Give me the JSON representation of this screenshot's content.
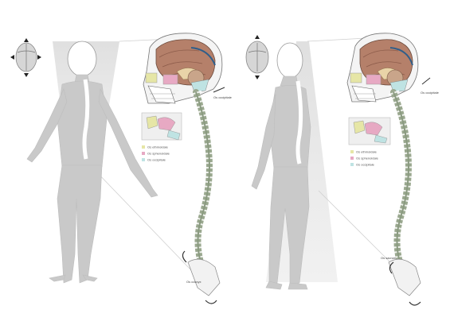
{
  "panels": [
    {
      "id": "left",
      "legend": [
        "Os ethmoidale",
        "Os sphenoidale",
        "Os occipitale"
      ],
      "labels": {
        "occipital": "Os occipitale",
        "coccyx": "Os coccyx"
      }
    },
    {
      "id": "right",
      "legend": [
        "Os ethmoidale",
        "Os sphenoidale",
        "Os occipitale"
      ],
      "labels": {
        "occipital": "Os occipitale",
        "coccyx": "Os sacrum"
      }
    }
  ],
  "colors": {
    "ethmoid": "#e6e6a6",
    "sphenoid": "#e7a9c3",
    "occipital": "#bfe3e3",
    "brain": "#b5806a",
    "spine": "#9aa88f",
    "body": "#c9c9c9"
  }
}
